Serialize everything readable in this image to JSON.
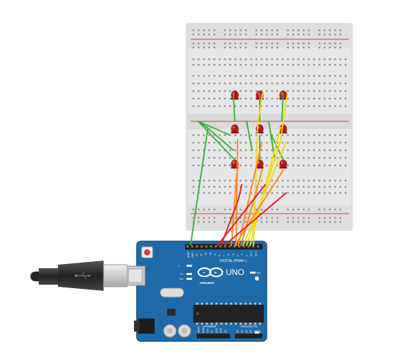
{
  "arduino": {
    "brand": "ARDUINO",
    "model": "UNO",
    "label_digital": "DIGITAL (PWM~)",
    "label_power": "POWER",
    "label_analog": "ANALOG IN",
    "label_aref": "AREF",
    "label_gnd": "GND",
    "label_l": "L",
    "label_tx": "TX",
    "label_rx": "RX",
    "label_on": "ON",
    "digital_pins": [
      "13",
      "12",
      "~11",
      "~10",
      "~9",
      "8",
      "7",
      "~6",
      "~5",
      "4",
      "~3",
      "2",
      "TX 1",
      "RX 0"
    ],
    "power_pins": [
      "IOREF",
      "RESET",
      "3.3V",
      "5V",
      "GND",
      "GND",
      "Vin"
    ],
    "analog_pins": [
      "A0",
      "A1",
      "A2",
      "A3",
      "A4",
      "A5"
    ]
  },
  "colors": {
    "board": "#1f6aa8",
    "board_dark": "#17527f",
    "breadboard": "#e4e4e4",
    "rail_red": "#d23a3a",
    "wire_green": "#3fb13f",
    "wire_orange": "#ff8a1c",
    "wire_yellow": "#f2dc0f",
    "wire_red": "#ee1c1c",
    "led": "#b01818",
    "cable": "#2c2c2c"
  },
  "leds": {
    "rows": 3,
    "cols": 3
  }
}
